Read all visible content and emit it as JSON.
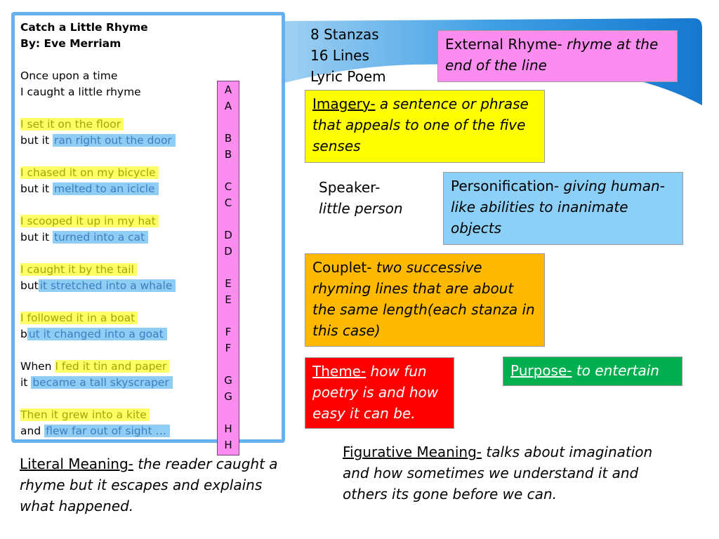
{
  "poem": {
    "title": "Catch a Little Rhyme",
    "author": "By: Eve Merriam",
    "stanzas": [
      [
        {
          "plain": "Once upon a time",
          "hl": "",
          "type": ""
        },
        {
          "plain": "I caught a little rhyme",
          "hl": "",
          "type": ""
        }
      ],
      [
        {
          "plain": "",
          "hl": "I set it on the floor",
          "type": "y"
        },
        {
          "plain": "but it ",
          "hl": "ran right out the door",
          "type": "b"
        }
      ],
      [
        {
          "plain": "",
          "hl": "I chased it on my bicycle",
          "type": "y"
        },
        {
          "plain": "but it ",
          "hl": "melted to an icicle",
          "type": "b"
        }
      ],
      [
        {
          "plain": "",
          "hl": "I scooped it up in my hat",
          "type": "y"
        },
        {
          "plain": "but it ",
          "hl": "turned into a cat",
          "type": "b"
        }
      ],
      [
        {
          "plain": "",
          "hl": "I caught it by the tail",
          "type": "y"
        },
        {
          "plain": "but",
          "hl": "it stretched into a whale",
          "type": "b"
        }
      ],
      [
        {
          "plain": "",
          "hl": "I followed it in a boat",
          "type": "y"
        },
        {
          "plain": "b",
          "hl": "ut it changed into a goat",
          "type": "b"
        }
      ],
      [
        {
          "plain": "When ",
          "hl": "I fed it tin and paper",
          "type": "y"
        },
        {
          "plain": "it ",
          "hl": "became a tall skyscraper",
          "type": "b"
        }
      ],
      [
        {
          "plain": "",
          "hl": "Then it grew into a kite",
          "type": "y"
        },
        {
          "plain": "and ",
          "hl": "flew far out of sight …",
          "type": "b"
        }
      ]
    ]
  },
  "rhyme_scheme": [
    "A",
    "A",
    "B",
    "B",
    "C",
    "C",
    "D",
    "D",
    "E",
    "E",
    "F",
    "F",
    "G",
    "G",
    "H",
    "H"
  ],
  "stats": {
    "stanzas": "8 Stanzas",
    "lines": "16 Lines",
    "form": "Lyric Poem"
  },
  "external_rhyme": {
    "term": "External Rhyme-",
    "def": " rhyme at the end of the line"
  },
  "imagery": {
    "term": "Imagery-",
    "def": " a sentence or phrase that appeals to one of the five senses"
  },
  "speaker": {
    "term": "Speaker-",
    "def": " little person"
  },
  "personification": {
    "term": "Personification-",
    "def": " giving human-like abilities to inanimate objects"
  },
  "couplet": {
    "term": "Couplet-",
    "def": " two successive rhyming lines that are about the same length(each stanza in this case)"
  },
  "theme": {
    "term": "Theme-",
    "def": " how fun poetry is and how easy it can be."
  },
  "purpose": {
    "term": "Purpose-",
    "def": " to entertain"
  },
  "literal": {
    "term": "Literal Meaning-",
    "def": " the reader caught a rhyme but it escapes and explains what happened."
  },
  "figurative": {
    "term": "Figurative Meaning-",
    "def": " talks about imagination and how sometimes we understand it and others its gone before we can."
  },
  "colors": {
    "wave": "#1a86d9",
    "poem_border": "#66b2f0",
    "rhyme_col": "#fb8df0",
    "external_rhyme": "#fb8df0",
    "imagery": "#ffff00",
    "personification": "#8ccff7",
    "couplet": "#ffb900",
    "theme": "#ff0000",
    "purpose": "#00b050",
    "highlight_yellow": "#ffff66",
    "highlight_blue": "#8fcdf5"
  }
}
